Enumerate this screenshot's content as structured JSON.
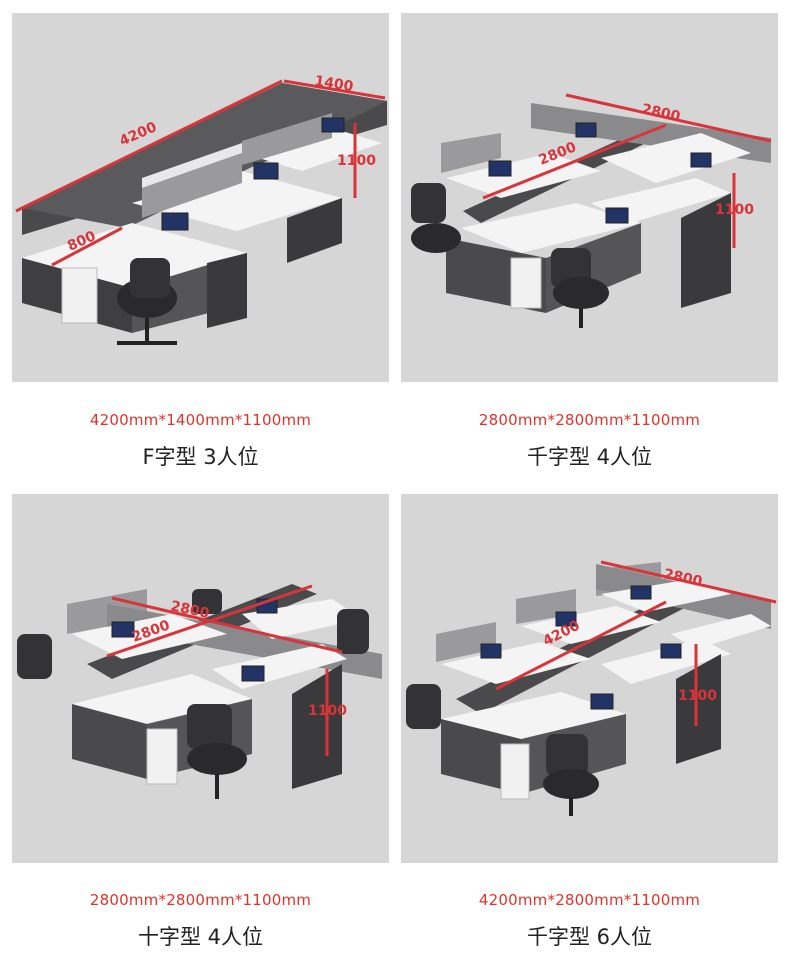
{
  "colors": {
    "photo_bg": "#d6d6d6",
    "spec_text": "#e2322a",
    "name_text": "#222222",
    "dimension_lines": "#d8343a",
    "desk_body": "#4a4a4c",
    "desk_top": "#f4f4f4"
  },
  "products": [
    {
      "dimension_labels": [
        "4200",
        "1400",
        "1100",
        "800"
      ],
      "spec": "4200mm*1400mm*1100mm",
      "name": "F字型 3人位"
    },
    {
      "dimension_labels": [
        "2800",
        "2800",
        "1100"
      ],
      "spec": "2800mm*2800mm*1100mm",
      "name": "千字型 4人位"
    },
    {
      "dimension_labels": [
        "2800",
        "2800",
        "1100"
      ],
      "spec": "2800mm*2800mm*1100mm",
      "name": "十字型 4人位"
    },
    {
      "dimension_labels": [
        "2800",
        "4200",
        "1100"
      ],
      "spec": "4200mm*2800mm*1100mm",
      "name": "千字型 6人位"
    }
  ]
}
